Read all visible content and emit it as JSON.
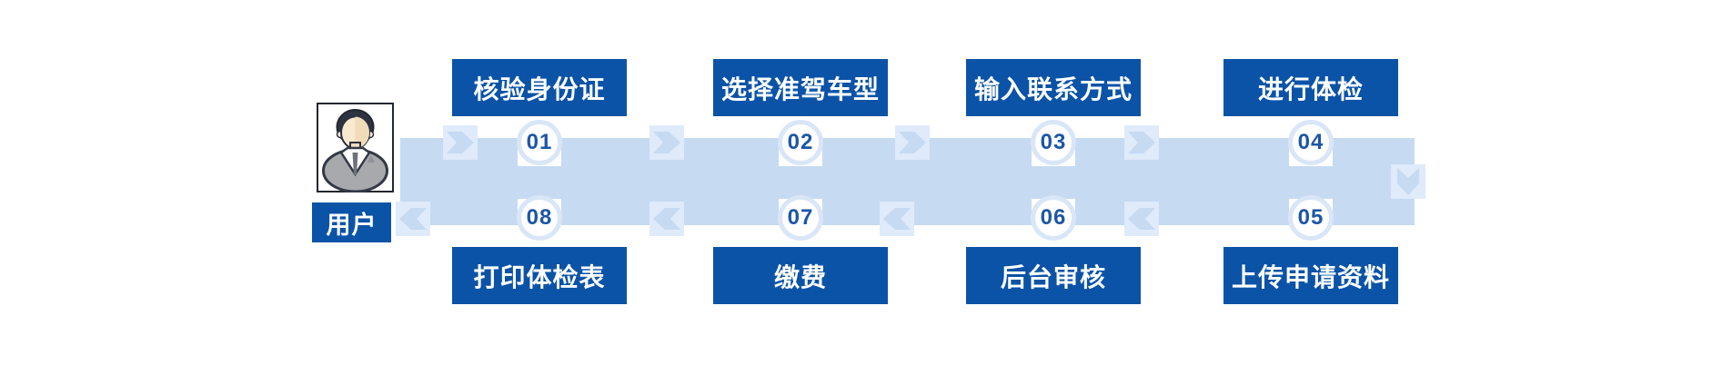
{
  "actor": {
    "label": "用户"
  },
  "steps": [
    {
      "num": "01",
      "label": "核验身份证"
    },
    {
      "num": "02",
      "label": "选择准驾车型"
    },
    {
      "num": "03",
      "label": "输入联系方式"
    },
    {
      "num": "04",
      "label": "进行体检"
    },
    {
      "num": "05",
      "label": "上传申请资料"
    },
    {
      "num": "06",
      "label": "后台审核"
    },
    {
      "num": "07",
      "label": "缴费"
    },
    {
      "num": "08",
      "label": "打印体检表"
    }
  ],
  "icons": {
    "avatar": "user-avatar-icon",
    "arrow_right": "chevron-right-icon",
    "arrow_left": "chevron-left-icon",
    "arrow_down": "chevron-down-icon"
  },
  "colors": {
    "step_box": "#0b53a7",
    "track": "#c6daf2",
    "arrow_tile": "#dfeafa",
    "circle_ring": "#d9e6f7",
    "number_text": "#1d56a5",
    "label_text": "#ffffff"
  }
}
